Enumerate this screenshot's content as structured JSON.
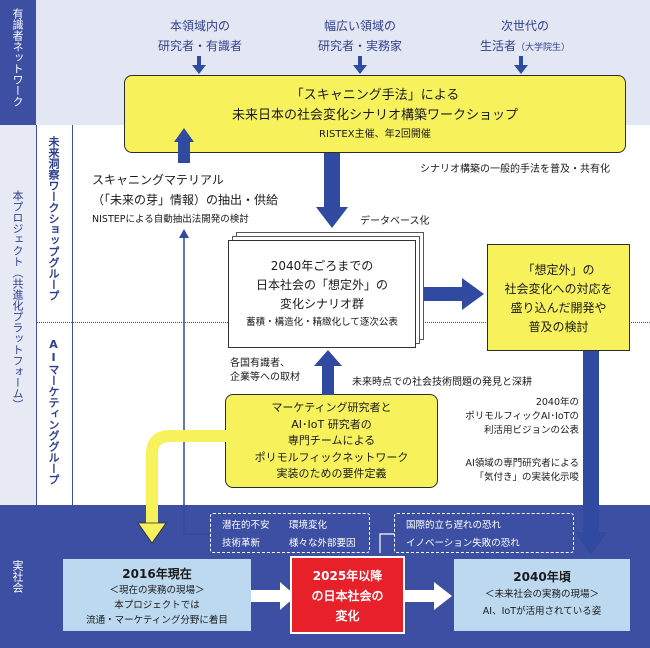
{
  "left_labels": {
    "network": "有識者ネットワーク",
    "project": "本プロジェクト（共進化プラットフォーム）",
    "future_group": "未来洞察ワークショップグループ",
    "ai_group": "AIマーケティンググループ",
    "society": "実社会"
  },
  "top_sources": [
    {
      "line1": "本領域内の",
      "line2": "研究者・有識者"
    },
    {
      "line1": "幅広い領域の",
      "line2": "研究者・実務家"
    },
    {
      "line1": "次世代の",
      "line2": "生活者",
      "small": "（大学院生）"
    }
  ],
  "workshop": {
    "line1": "「スキャニング手法」による",
    "line2": "未来日本の社会変化シナリオ構築ワークショップ",
    "line3": "RISTEX主催、年2回開催"
  },
  "note_share": "シナリオ構築の一般的手法を普及・共有化",
  "scanning": {
    "line1": "スキャニングマテリアル",
    "line2": "（「未来の芽」情報）の抽出・供給",
    "line3": "NISTEPによる自動抽出法開発の検討"
  },
  "database": "データベース化",
  "scenario": {
    "line1": "2040年ごろまでの",
    "line2": "日本社会の「想定外」の",
    "line3": "変化シナリオ群",
    "line4": "蓄積・構造化・精緻化して逐次公表"
  },
  "unexpected": {
    "line1": "「想定外」の",
    "line2": "社会変化への対応を",
    "line3": "盛り込んだ開発や",
    "line4": "普及の検討"
  },
  "interview": {
    "line1": "各国有識者、",
    "line2": "企業等への取材"
  },
  "discovery": "未来時点での社会技術問題の発見と深耕",
  "marketing": {
    "line1": "マーケティング研究者と",
    "line2": "AI･IoT 研究者の",
    "line3": "専門チームによる",
    "line4": "ポリモルフィックネットワーク",
    "line5": "実装のための要件定義"
  },
  "vision": {
    "line1": "2040年の",
    "line2": "ポリモルフィックAI･IoTの",
    "line3": "利活用ビジョンの公表"
  },
  "awareness": {
    "line1": "AI領域の専門研究者による",
    "line2": "「気付き」の実装化示唆"
  },
  "factors_left": {
    "a": "潜在的不安",
    "b": "環境変化",
    "c": "技術革新",
    "d": "様々な外部要因"
  },
  "factors_right": {
    "line1": "国際的立ち遅れの恐れ",
    "line2": "イノベーション失敗の恐れ"
  },
  "y2016": {
    "title": "2016年現在",
    "sub": "＜現在の実務の現場＞",
    "line1": "本プロジェクトでは",
    "line2": "流通・マーケティング分野に着目"
  },
  "y2025": {
    "line1": "2025年以降",
    "line2": "の日本社会の",
    "line3": "変化"
  },
  "y2040": {
    "title": "2040年頃",
    "sub": "＜未来社会の実務の現場＞",
    "line1": "AI、IoTが活用されている姿"
  },
  "colors": {
    "navy": "#3c4fa3",
    "yellow": "#f7f25c",
    "red": "#e8202a",
    "light_blue": "#bcd9f0",
    "arrow_blue": "#2f4aa0"
  }
}
